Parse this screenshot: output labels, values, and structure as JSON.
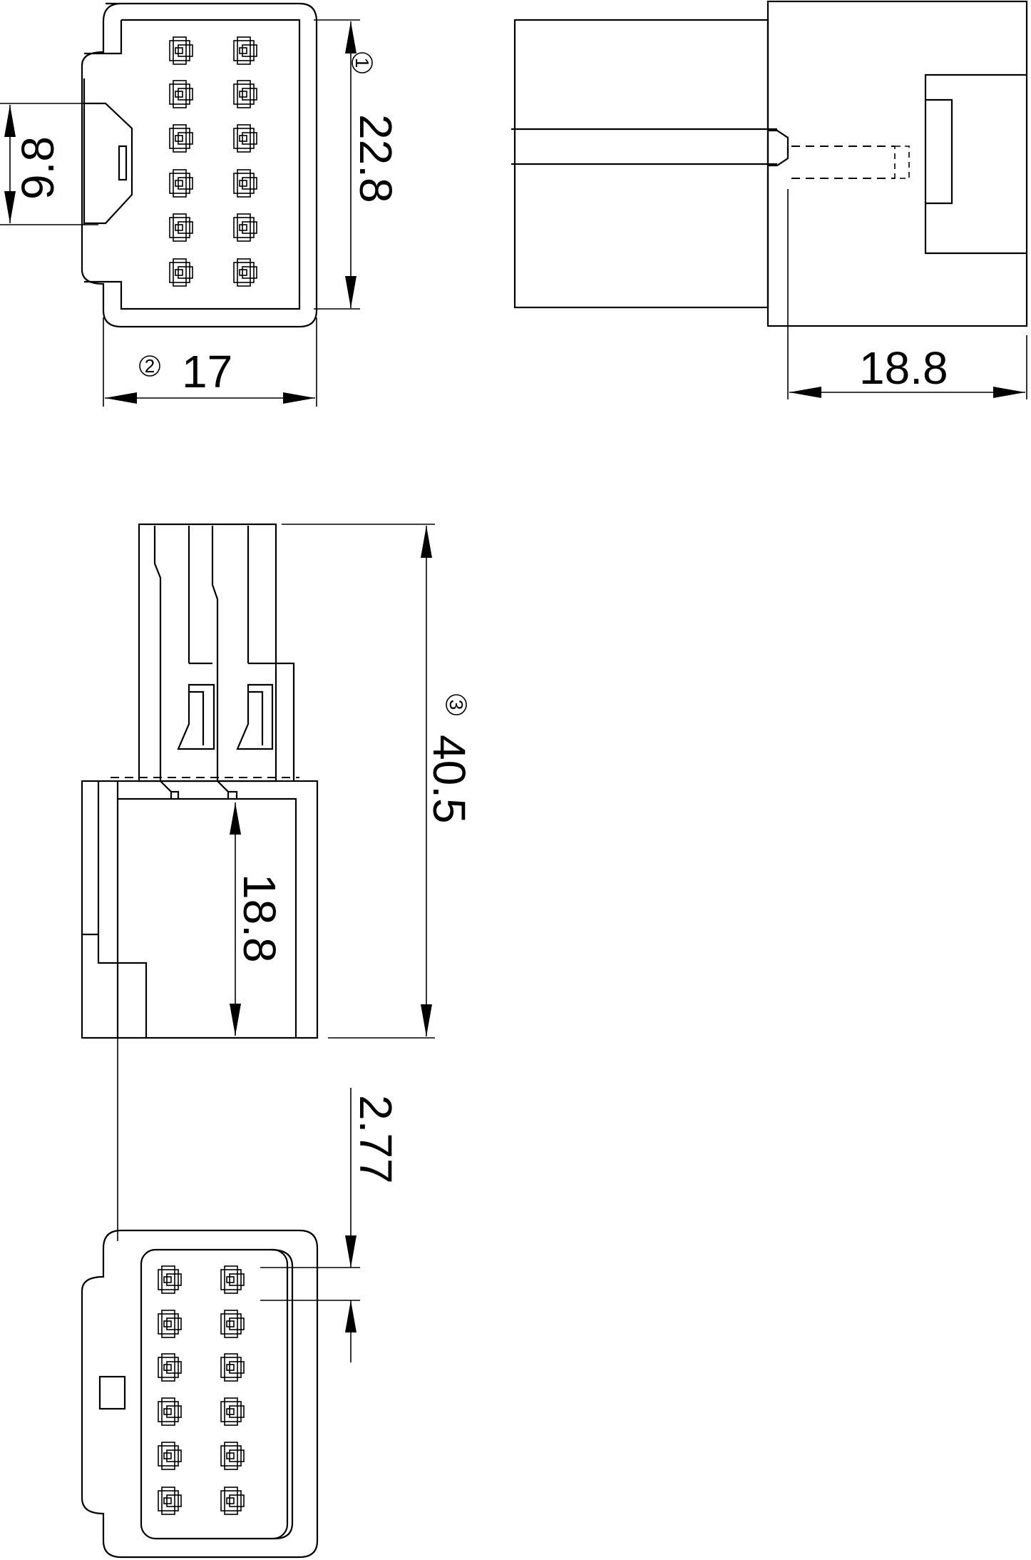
{
  "drawing": {
    "background": "#ffffff",
    "line_color": "#000000"
  },
  "dimensions": {
    "d1": {
      "marker": "1",
      "value": "22.8"
    },
    "d2": {
      "marker": "2",
      "value": "17"
    },
    "d3": {
      "marker": "3",
      "value": "40.5"
    },
    "side_depth": {
      "value": "18.8"
    },
    "body_depth": {
      "value": "18.8"
    },
    "latch_height": {
      "value": "9.8"
    },
    "pitch": {
      "value": "2.77"
    }
  }
}
